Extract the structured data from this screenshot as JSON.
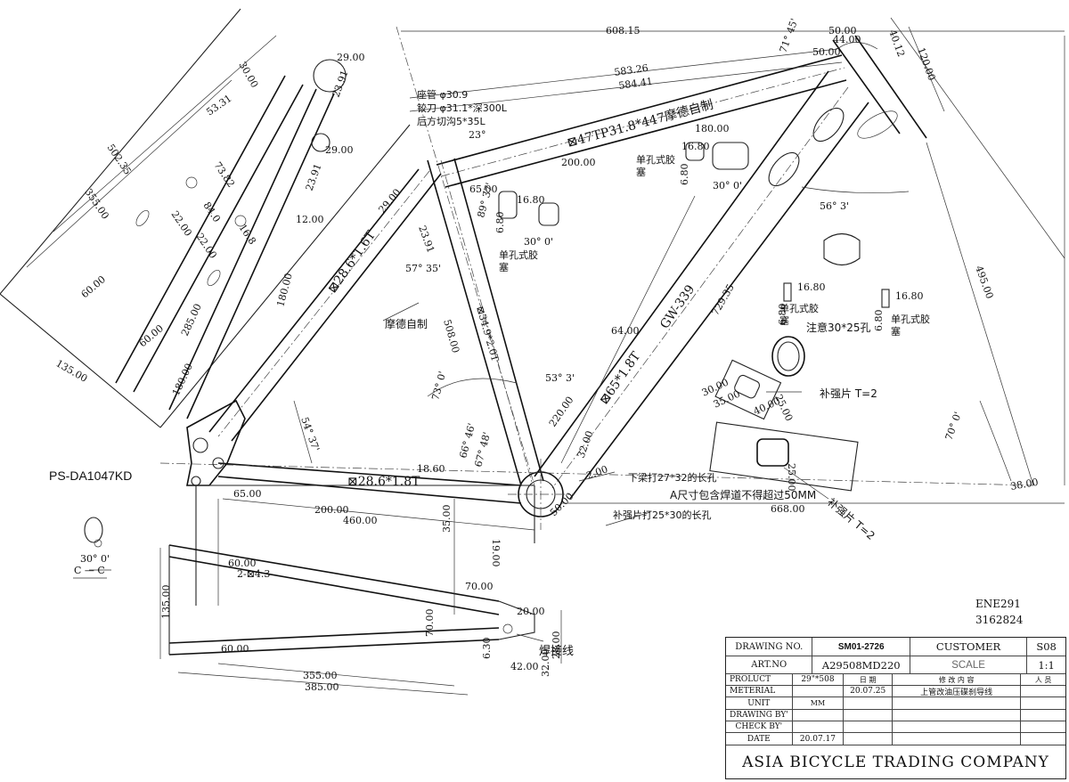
{
  "model_code": "PS-DA1047KD",
  "section_label": "C — C",
  "section_angle": "30° 0'",
  "ref_codes": [
    "ENE291",
    "3162824"
  ],
  "title_block": {
    "drawing_no_label": "DRAWING NO.",
    "drawing_no": "SM01-2726",
    "customer_label": "CUSTOMER",
    "sheet": "S08",
    "art_no_label": "ART.NO",
    "art_no": "A29508MD220",
    "scale_label": "SCALE",
    "scale": "1:1",
    "product_label": "PROLUCT",
    "product": "29\"*508",
    "date_header": "日 期",
    "change_header": "修 改 内 容",
    "person_header": "人 员",
    "material_label": "METERIAL",
    "rev_date": "20.07.25",
    "rev_content": "上管改油压碟刹导线",
    "unit_label": "UNIT",
    "unit": "MM",
    "drawing_by_label": "DRAWING BY'",
    "check_by_label": "CHECK BY'",
    "date_label": "DATE",
    "date": "20.07.17",
    "company": "ASIA BICYCLE TRADING COMPANY"
  },
  "notes": {
    "seat_tube": "座管 φ30.9",
    "reamer": "铰刀 φ31.1*深300L",
    "slot": "后方切沟5*35L",
    "top_tube_spec": "⊠47TP31.8*447摩德自制",
    "self_made": "摩德自制",
    "seatstay_spec": "⊠28.6*1.6T",
    "chainstay_spec": "⊠28.6*1.8T",
    "down_tube_spec": "⊠65*1.8T",
    "seat_tube_spec": "⊠34.9*2.0T",
    "gw": "GW-339",
    "plug_1": "单孔式胶",
    "plug_2": "塞",
    "note_hole": "注意30*25孔",
    "reinforce": "补强片 T=2",
    "reinforce_2": "补强片 T=2",
    "slot_note": "下梁打27*32的长孔",
    "weld_note": "A尺寸包含焊道不得超过50MM",
    "reinforce_hole": "补强片打25*30的长孔",
    "weld_line": "焊接线"
  },
  "dims": {
    "d608": "608.15",
    "d583": "583.26",
    "d584": "584.41",
    "d200a": "200.00",
    "d180": "180.00",
    "d65a": "65.00",
    "d50a": "50.00",
    "d44": "44.00",
    "d50b": "50.00",
    "d40": "40.12",
    "d120": "120.00",
    "d495": "495.00",
    "d729": "729.35",
    "d668": "668.00",
    "d38": "38.00",
    "d502": "502.35",
    "d355a": "355.00",
    "d135a": "135.00",
    "d60a": "60.00",
    "d60b": "60.00",
    "d285": "285.00",
    "d180b": "180.00",
    "d22a": "22.00",
    "d22b": "22.00",
    "d73": "73.82",
    "d84": "84.0",
    "d16": "16.8",
    "d12": "12.00",
    "d180c": "180.00",
    "d29a": "29.00",
    "d29b": "29.00",
    "d29c": "29.00",
    "d23a": "23.91",
    "d23b": "23.91",
    "d23c": "23.91",
    "d53": "53.31",
    "d30": "30.00",
    "d508": "508.00",
    "d64": "64.00",
    "d220": "220.00",
    "d18": "18.60",
    "d65b": "65.00",
    "d200b": "200.00",
    "d460": "460.00",
    "d35": "35.00",
    "d19": "19.00",
    "d32": "32.00",
    "d50c": "50.00",
    "d2": "2.00",
    "d40b": "40.00",
    "d30b": "30.00",
    "d35b": "35.00",
    "d25": "25.00",
    "d25b": "25.00",
    "d16b": "16.80",
    "d16c": "16.80",
    "d16d": "16.80",
    "d16e": "16.80",
    "d6a": "6.80",
    "d6b": "6.80",
    "d6c": "6.80",
    "d6d": "6.80",
    "d135b": "135.00",
    "d60c": "60.00",
    "d60d": "60.00",
    "d243": "2-⊠4.3",
    "d70a": "70.00",
    "d70b": "70.00",
    "d20": "20.00",
    "d28": "28.00",
    "d32b": "32.00",
    "d6e": "6.30",
    "d42": "42.00",
    "d355b": "355.00",
    "d385": "385.00",
    "a53": "53° 3'",
    "a56": "56° 3'",
    "a57": "57° 35'",
    "a54": "54° 37'",
    "a73": "73° 0'",
    "a70": "70° 0'",
    "a66": "66° 46'",
    "a67": "67° 48'",
    "a89": "89° 37'",
    "a23": "23°",
    "a45": "71° 45'",
    "a30a": "30° 0'",
    "a30b": "30° 0'"
  }
}
